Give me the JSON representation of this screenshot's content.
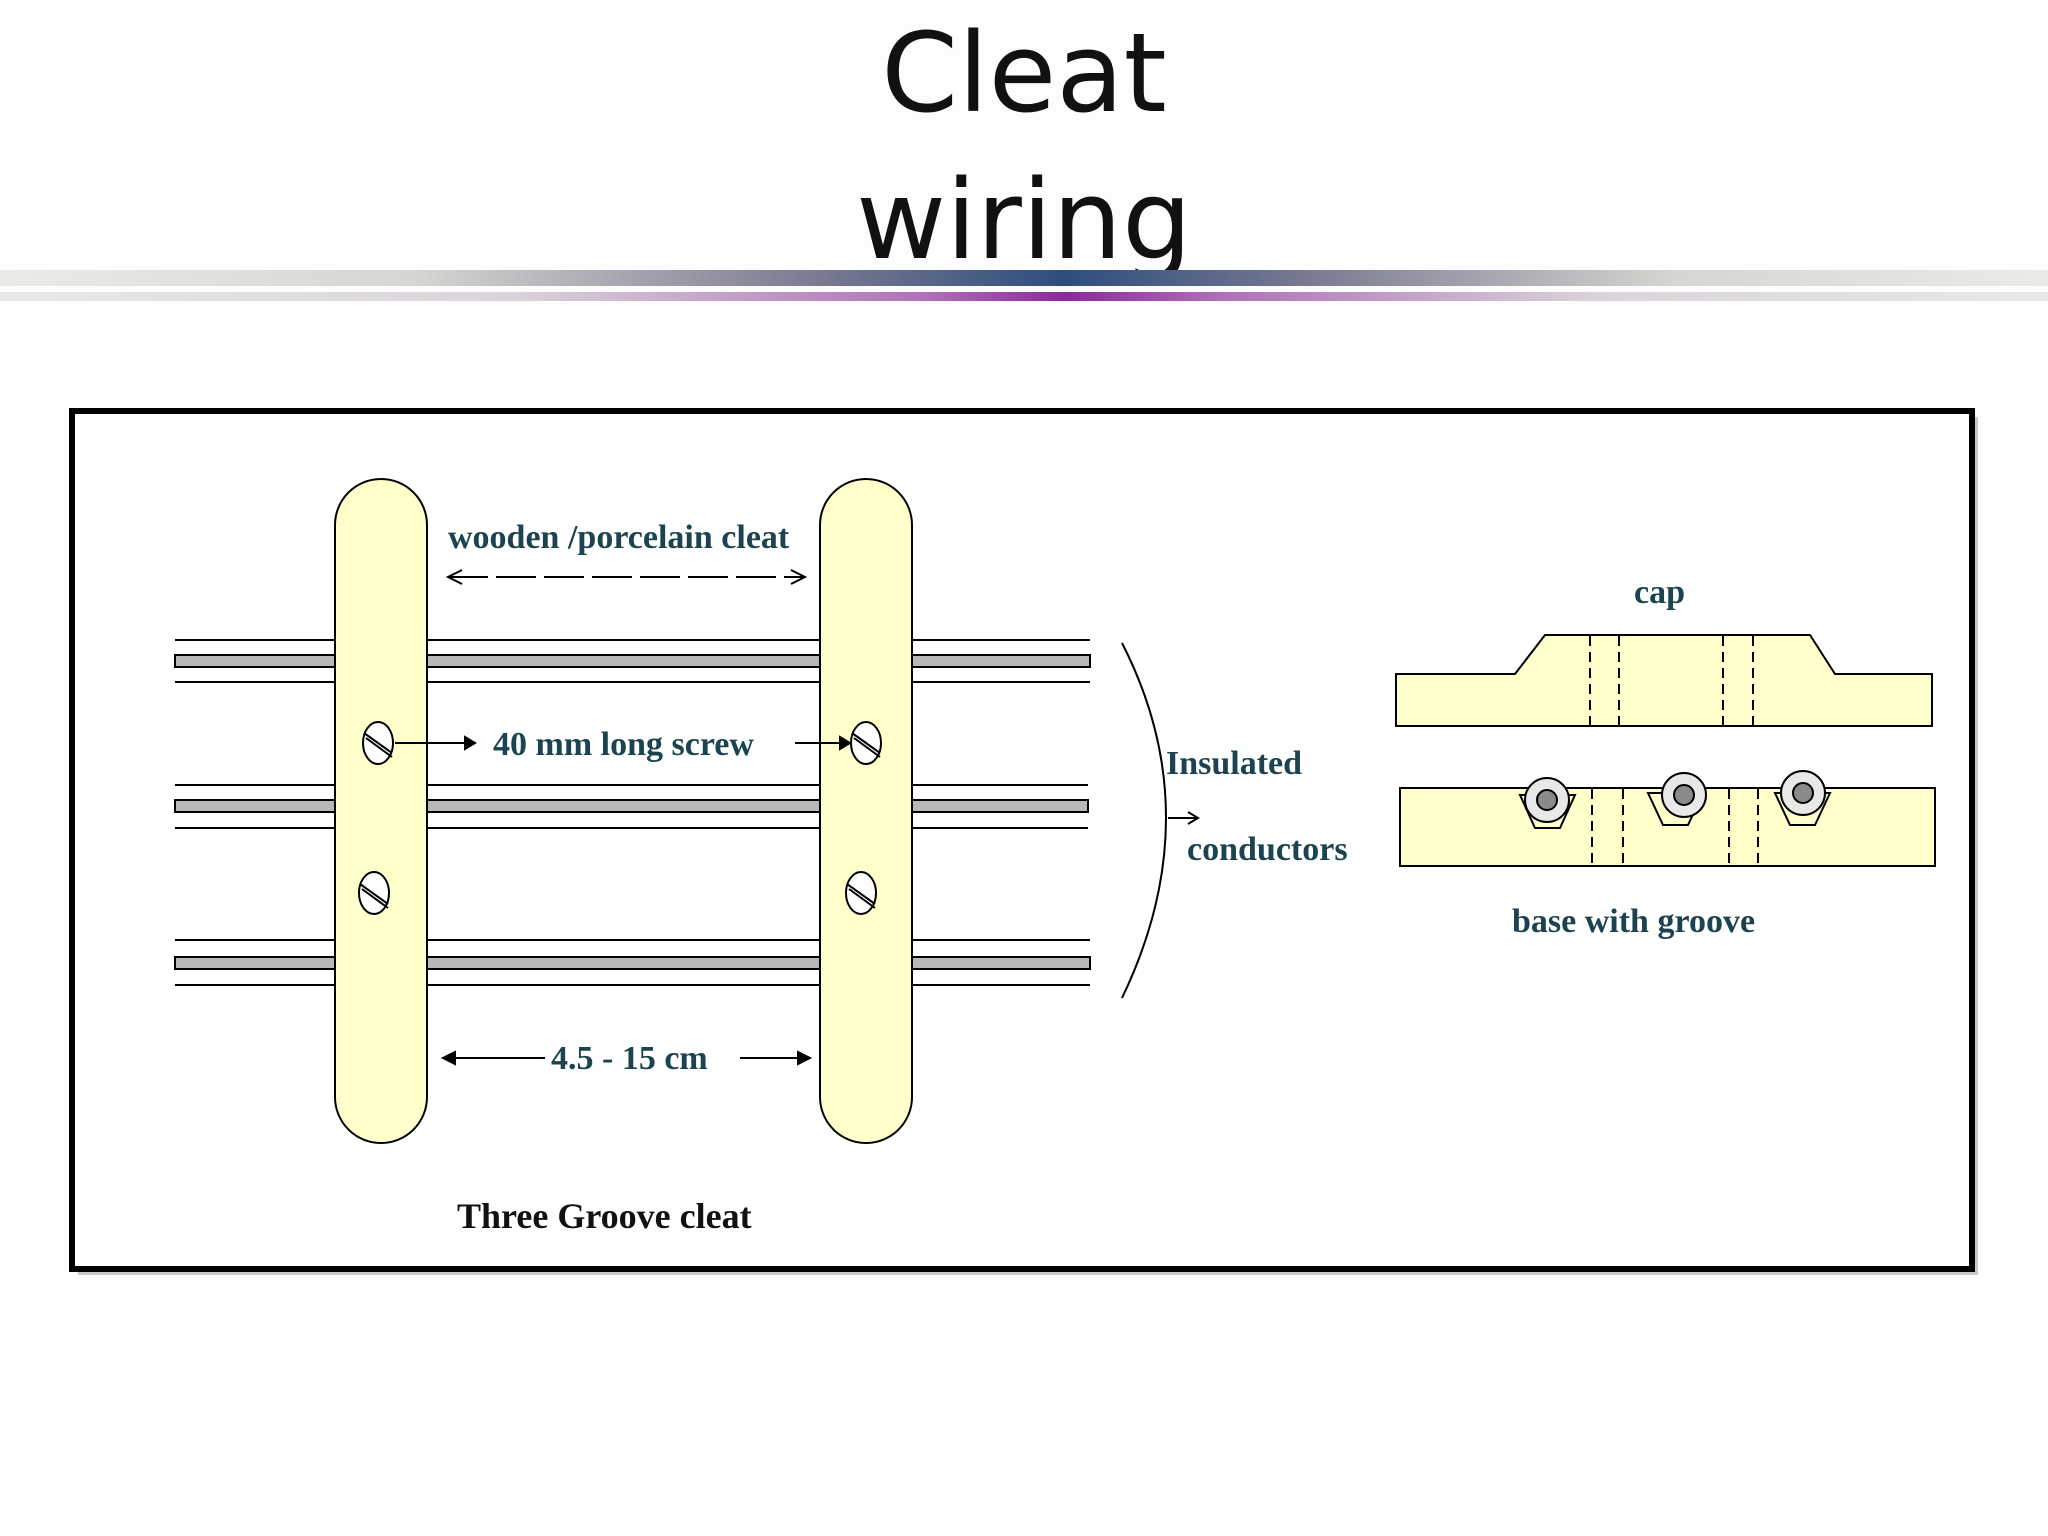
{
  "slide": {
    "title_line1": "Cleat",
    "title_line2": "wiring"
  },
  "diagram": {
    "label_cleat": "wooden /porcelain cleat",
    "label_screw": "40 mm long screw",
    "label_spacing": "4.5 - 15 cm",
    "label_caption": "Three  Groove cleat",
    "label_insulated": "Insulated",
    "label_conductors": "conductors",
    "label_cap": "cap",
    "label_base": "base with groove"
  },
  "colors": {
    "cleat_fill": "#ffffcc",
    "label_text": "#1b4450",
    "conductor_core": "#b8b8b8"
  }
}
